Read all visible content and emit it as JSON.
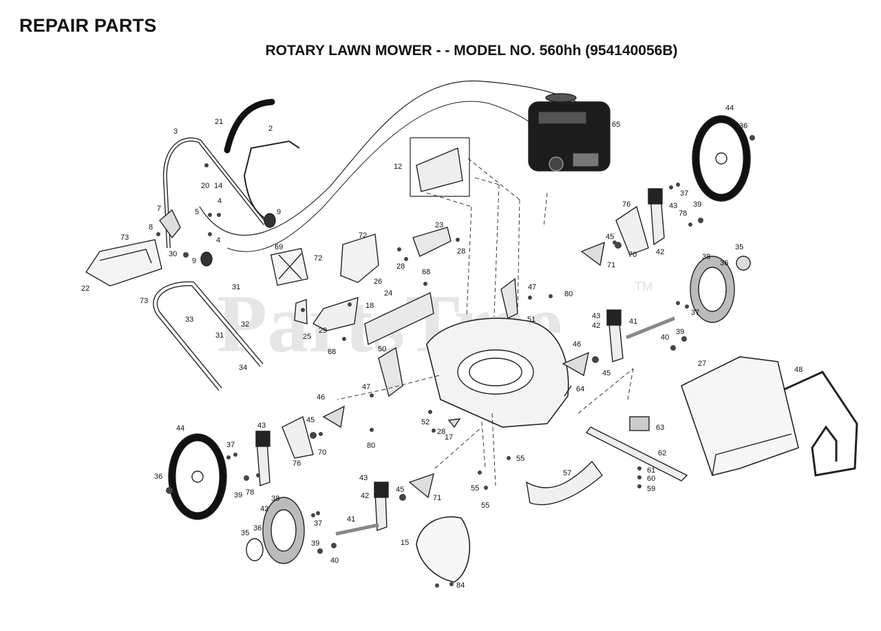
{
  "header": {
    "title": "REPAIR PARTS",
    "subtitle": "ROTARY LAWN MOWER - - MODEL NO. 560hh (954140056B)"
  },
  "watermark": {
    "text": "PartsTree",
    "tm": "TM"
  },
  "parts": [
    {
      "id": "p3",
      "label": "3"
    },
    {
      "id": "p21",
      "label": "21"
    },
    {
      "id": "p2",
      "label": "2"
    },
    {
      "id": "p20",
      "label": "20"
    },
    {
      "id": "p14",
      "label": "14"
    },
    {
      "id": "p5",
      "label": "5"
    },
    {
      "id": "p4a",
      "label": "4"
    },
    {
      "id": "p4b",
      "label": "4"
    },
    {
      "id": "p7",
      "label": "7"
    },
    {
      "id": "p9a",
      "label": "9"
    },
    {
      "id": "p9b",
      "label": "9"
    },
    {
      "id": "p8",
      "label": "8"
    },
    {
      "id": "p30",
      "label": "30"
    },
    {
      "id": "p73a",
      "label": "73"
    },
    {
      "id": "p73b",
      "label": "73"
    },
    {
      "id": "p22",
      "label": "22"
    },
    {
      "id": "p31a",
      "label": "31"
    },
    {
      "id": "p31b",
      "label": "31"
    },
    {
      "id": "p33",
      "label": "33"
    },
    {
      "id": "p32",
      "label": "32"
    },
    {
      "id": "p34",
      "label": "34"
    },
    {
      "id": "p69",
      "label": "69"
    },
    {
      "id": "p72a",
      "label": "72"
    },
    {
      "id": "p72b",
      "label": "72"
    },
    {
      "id": "p26",
      "label": "26"
    },
    {
      "id": "p23",
      "label": "23"
    },
    {
      "id": "p28a",
      "label": "28"
    },
    {
      "id": "p28b",
      "label": "28"
    },
    {
      "id": "p28c",
      "label": "28"
    },
    {
      "id": "p68a",
      "label": "68"
    },
    {
      "id": "p68b",
      "label": "68"
    },
    {
      "id": "p18",
      "label": "18"
    },
    {
      "id": "p24",
      "label": "24"
    },
    {
      "id": "p29",
      "label": "29"
    },
    {
      "id": "p25",
      "label": "25"
    },
    {
      "id": "p12",
      "label": "12"
    },
    {
      "id": "p65",
      "label": "65"
    },
    {
      "id": "p50",
      "label": "50"
    },
    {
      "id": "p47a",
      "label": "47"
    },
    {
      "id": "p47b",
      "label": "47"
    },
    {
      "id": "p80a",
      "label": "80"
    },
    {
      "id": "p80b",
      "label": "80"
    },
    {
      "id": "p51",
      "label": "51"
    },
    {
      "id": "p52",
      "label": "52"
    },
    {
      "id": "p17",
      "label": "17"
    },
    {
      "id": "p64",
      "label": "64"
    },
    {
      "id": "p44a",
      "label": "44"
    },
    {
      "id": "p44b",
      "label": "44"
    },
    {
      "id": "p36a",
      "label": "36"
    },
    {
      "id": "p36b",
      "label": "36"
    },
    {
      "id": "p36c",
      "label": "36"
    },
    {
      "id": "p36d",
      "label": "36"
    },
    {
      "id": "p37a",
      "label": "37"
    },
    {
      "id": "p37b",
      "label": "37"
    },
    {
      "id": "p37c",
      "label": "37"
    },
    {
      "id": "p37d",
      "label": "37"
    },
    {
      "id": "p76a",
      "label": "76"
    },
    {
      "id": "p76b",
      "label": "76"
    },
    {
      "id": "p43a",
      "label": "43"
    },
    {
      "id": "p43b",
      "label": "43"
    },
    {
      "id": "p43c",
      "label": "43"
    },
    {
      "id": "p43d",
      "label": "43"
    },
    {
      "id": "p39a",
      "label": "39"
    },
    {
      "id": "p39b",
      "label": "39"
    },
    {
      "id": "p39c",
      "label": "39"
    },
    {
      "id": "p39d",
      "label": "39"
    },
    {
      "id": "p78a",
      "label": "78"
    },
    {
      "id": "p78b",
      "label": "78"
    },
    {
      "id": "p42a",
      "label": "42"
    },
    {
      "id": "p42b",
      "label": "42"
    },
    {
      "id": "p42c",
      "label": "42"
    },
    {
      "id": "p42d",
      "label": "42"
    },
    {
      "id": "p45a",
      "label": "45"
    },
    {
      "id": "p45b",
      "label": "45"
    },
    {
      "id": "p45c",
      "label": "45"
    },
    {
      "id": "p45d",
      "label": "45"
    },
    {
      "id": "p70a",
      "label": "70"
    },
    {
      "id": "p70b",
      "label": "70"
    },
    {
      "id": "p71a",
      "label": "71"
    },
    {
      "id": "p71b",
      "label": "71"
    },
    {
      "id": "p38a",
      "label": "38"
    },
    {
      "id": "p38b",
      "label": "38"
    },
    {
      "id": "p35a",
      "label": "35"
    },
    {
      "id": "p35b",
      "label": "35"
    },
    {
      "id": "p41a",
      "label": "41"
    },
    {
      "id": "p41b",
      "label": "41"
    },
    {
      "id": "p40a",
      "label": "40"
    },
    {
      "id": "p40b",
      "label": "40"
    },
    {
      "id": "p46a",
      "label": "46"
    },
    {
      "id": "p46b",
      "label": "46"
    },
    {
      "id": "p27",
      "label": "27"
    },
    {
      "id": "p48",
      "label": "48"
    },
    {
      "id": "p63",
      "label": "63"
    },
    {
      "id": "p62",
      "label": "62"
    },
    {
      "id": "p61",
      "label": "61"
    },
    {
      "id": "p60",
      "label": "60"
    },
    {
      "id": "p59",
      "label": "59"
    },
    {
      "id": "p55a",
      "label": "55"
    },
    {
      "id": "p55b",
      "label": "55"
    },
    {
      "id": "p55c",
      "label": "55"
    },
    {
      "id": "p57",
      "label": "57"
    },
    {
      "id": "p15",
      "label": "15"
    },
    {
      "id": "p84",
      "label": "84"
    }
  ]
}
